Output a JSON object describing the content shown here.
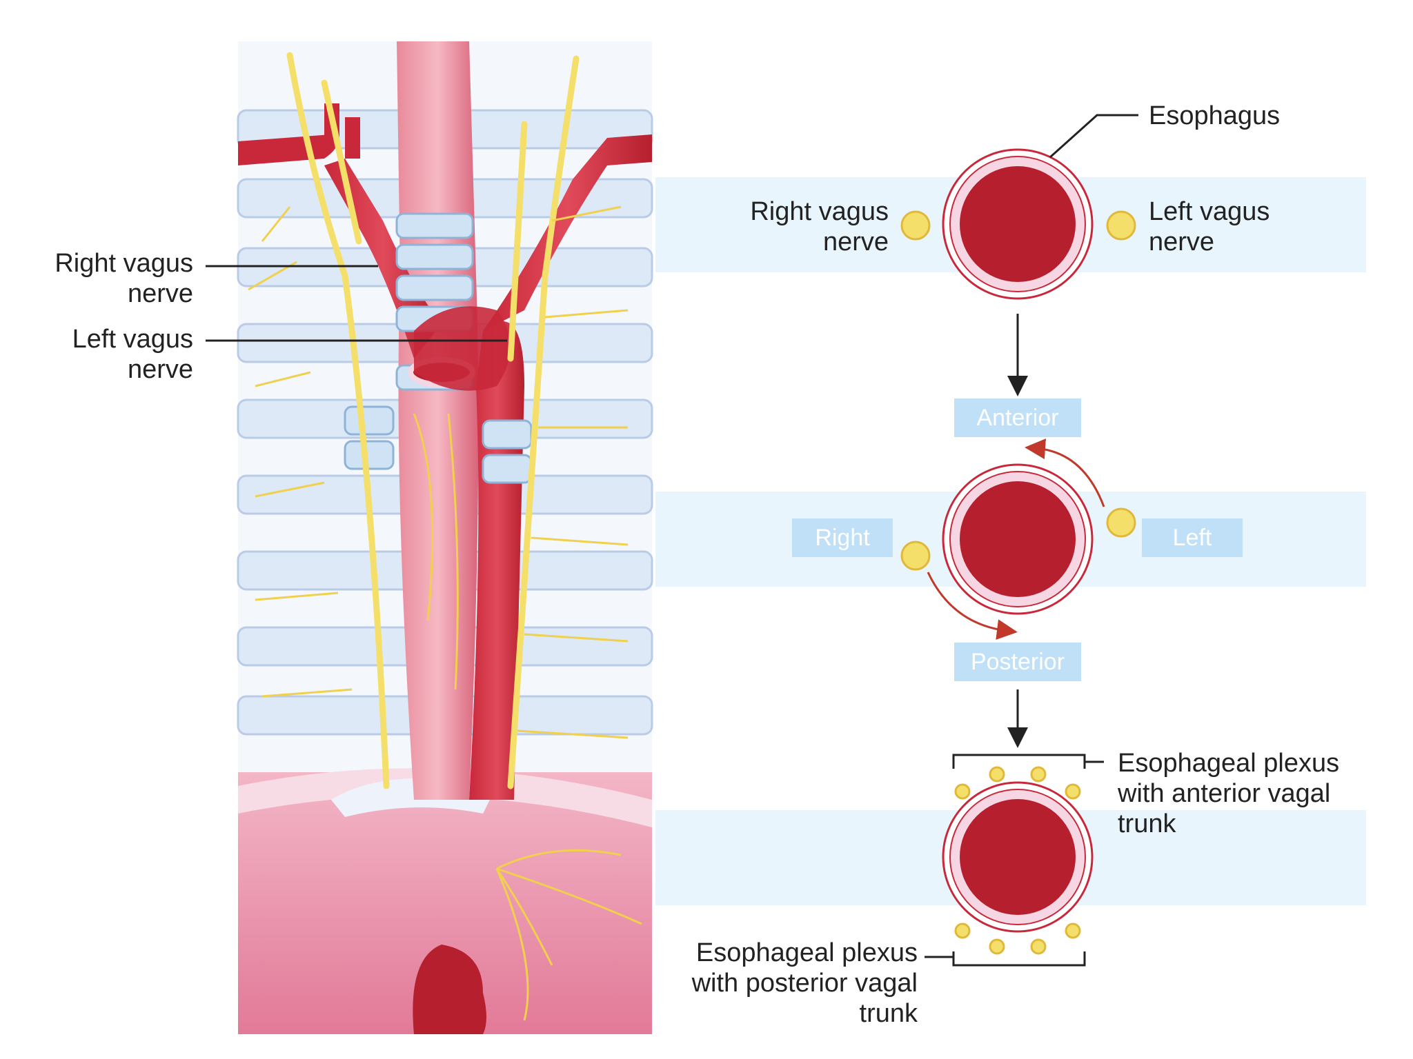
{
  "illustration": {
    "right_vagus_label": [
      "Right vagus",
      "nerve"
    ],
    "left_vagus_label": [
      "Left vagus",
      "nerve"
    ]
  },
  "sections": {
    "top": {
      "esophagus_label": "Esophagus",
      "right_vagus_label": [
        "Right vagus",
        "nerve"
      ],
      "left_vagus_label": [
        "Left vagus",
        "nerve"
      ]
    },
    "middle": {
      "anterior_tag": "Anterior",
      "posterior_tag": "Posterior",
      "right_tag": "Right",
      "left_tag": "Left"
    },
    "bottom": {
      "anterior_plexus_label": [
        "Esophageal plexus",
        "with anterior vagal",
        "trunk"
      ],
      "posterior_plexus_label": [
        "Esophageal plexus",
        "with posterior vagal",
        "trunk"
      ]
    }
  },
  "colors": {
    "nerve": "#f5df6b",
    "esophagus_lumen": "#b51f2e",
    "esophagus_wall": "#f7d6e4",
    "band": "#e8f5fc",
    "tag": "#bfe0f7"
  }
}
